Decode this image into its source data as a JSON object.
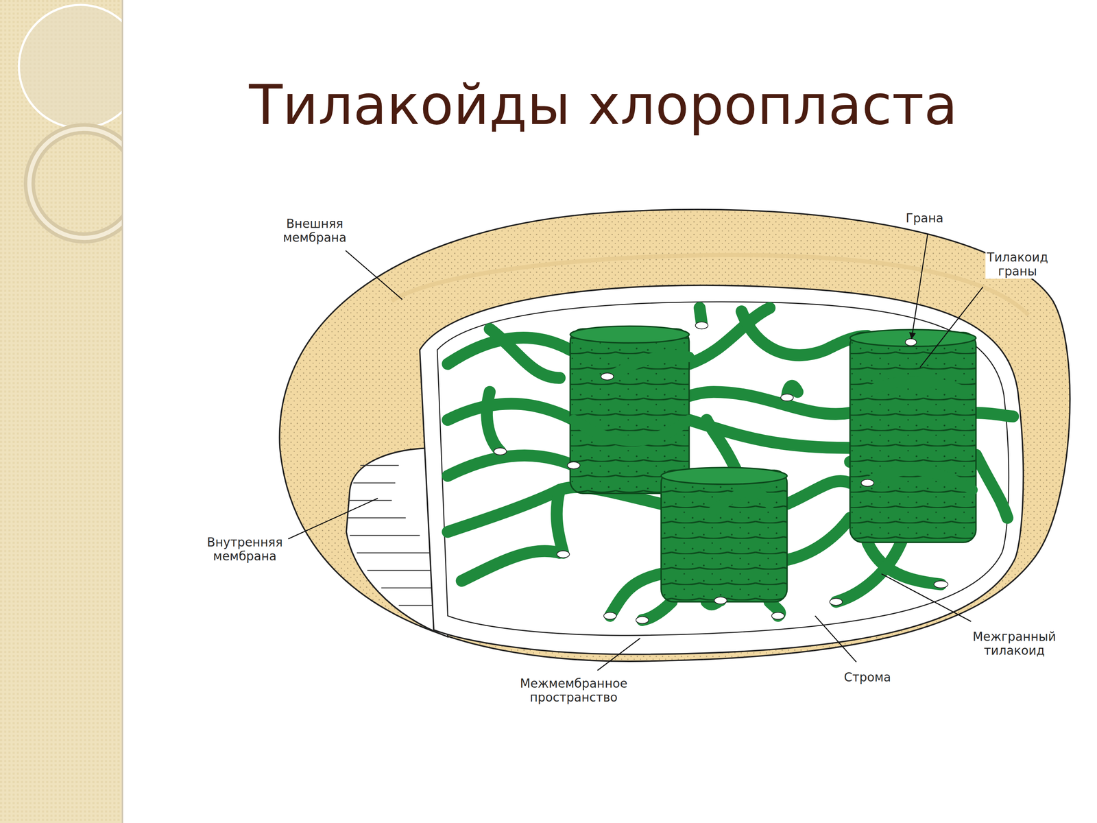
{
  "diagram": {
    "title": "Тилакойды хлоропласта",
    "labels": [
      "Внешняя мембрана",
      "Грана",
      "Тилакоид граны",
      "Внутренняя мембрана",
      "Межгранный тилакоид",
      "Строма",
      "Межмембранное пространство"
    ]
  }
}
